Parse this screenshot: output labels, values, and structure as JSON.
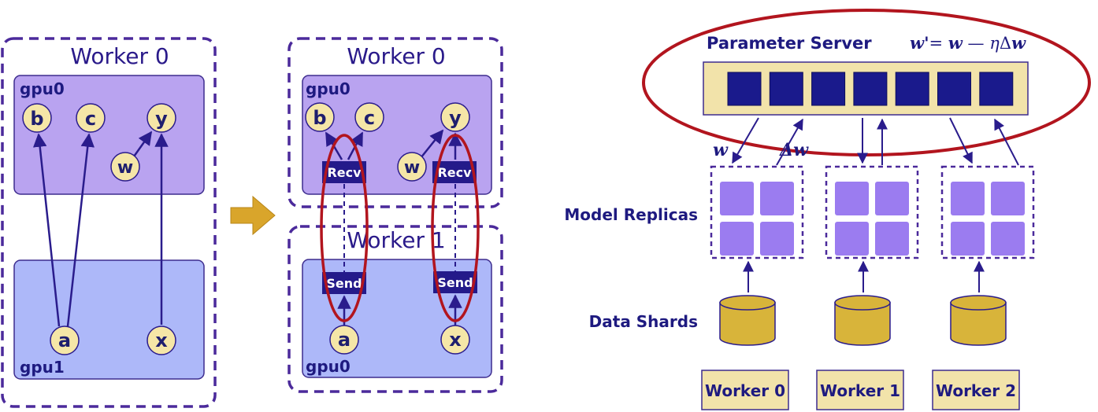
{
  "colors": {
    "dashed_border": "#4B2A9B",
    "gpu_top_fill": "#B9A3F0",
    "gpu_bottom_fill": "#ADB8F9",
    "gpu_border": "#3D2C8E",
    "node_fill": "#F5E6A7",
    "node_text": "#1E1E6E",
    "arrow": "#2A1C8C",
    "recv_fill": "#241A8A",
    "ellipse_red": "#B2151E",
    "transition_arrow": "#D9A52B",
    "ps_fill": "#F2E3AA",
    "ps_block": "#1A1A8C",
    "replica_cell": "#9B7CF0",
    "shard_fill": "#D8B43A",
    "label_text": "#1E1A80"
  },
  "left": {
    "worker_title": "Worker 0",
    "gpu_top_label": "gpu0",
    "gpu_bottom_label": "gpu1",
    "nodes": {
      "b": "b",
      "c": "c",
      "y": "y",
      "w": "w",
      "a": "a",
      "x": "x"
    }
  },
  "middle": {
    "worker0_title": "Worker 0",
    "worker1_title": "Worker 1",
    "gpu_top_label": "gpu0",
    "gpu_bottom_label": "gpu0",
    "recv_label": "Recv",
    "send_label": "Send",
    "nodes": {
      "b": "b",
      "c": "c",
      "y": "y",
      "w": "w",
      "a": "a",
      "x": "x"
    }
  },
  "right": {
    "ps_title": "Parameter Server",
    "ps_formula_lhs": "w",
    "ps_formula_prime": "'",
    "ps_formula_eq": "= ",
    "ps_formula_w": "w",
    "ps_formula_dash": " — ",
    "ps_formula_eta": "η",
    "ps_formula_delta": "Δ",
    "ps_formula_w2": "w",
    "ps_block_count": 7,
    "w_label": "w",
    "delta_w_label": "Δw",
    "model_replicas_label": "Model Replicas",
    "data_shards_label": "Data Shards",
    "workers": [
      "Worker 0",
      "Worker 1",
      "Worker 2"
    ]
  }
}
